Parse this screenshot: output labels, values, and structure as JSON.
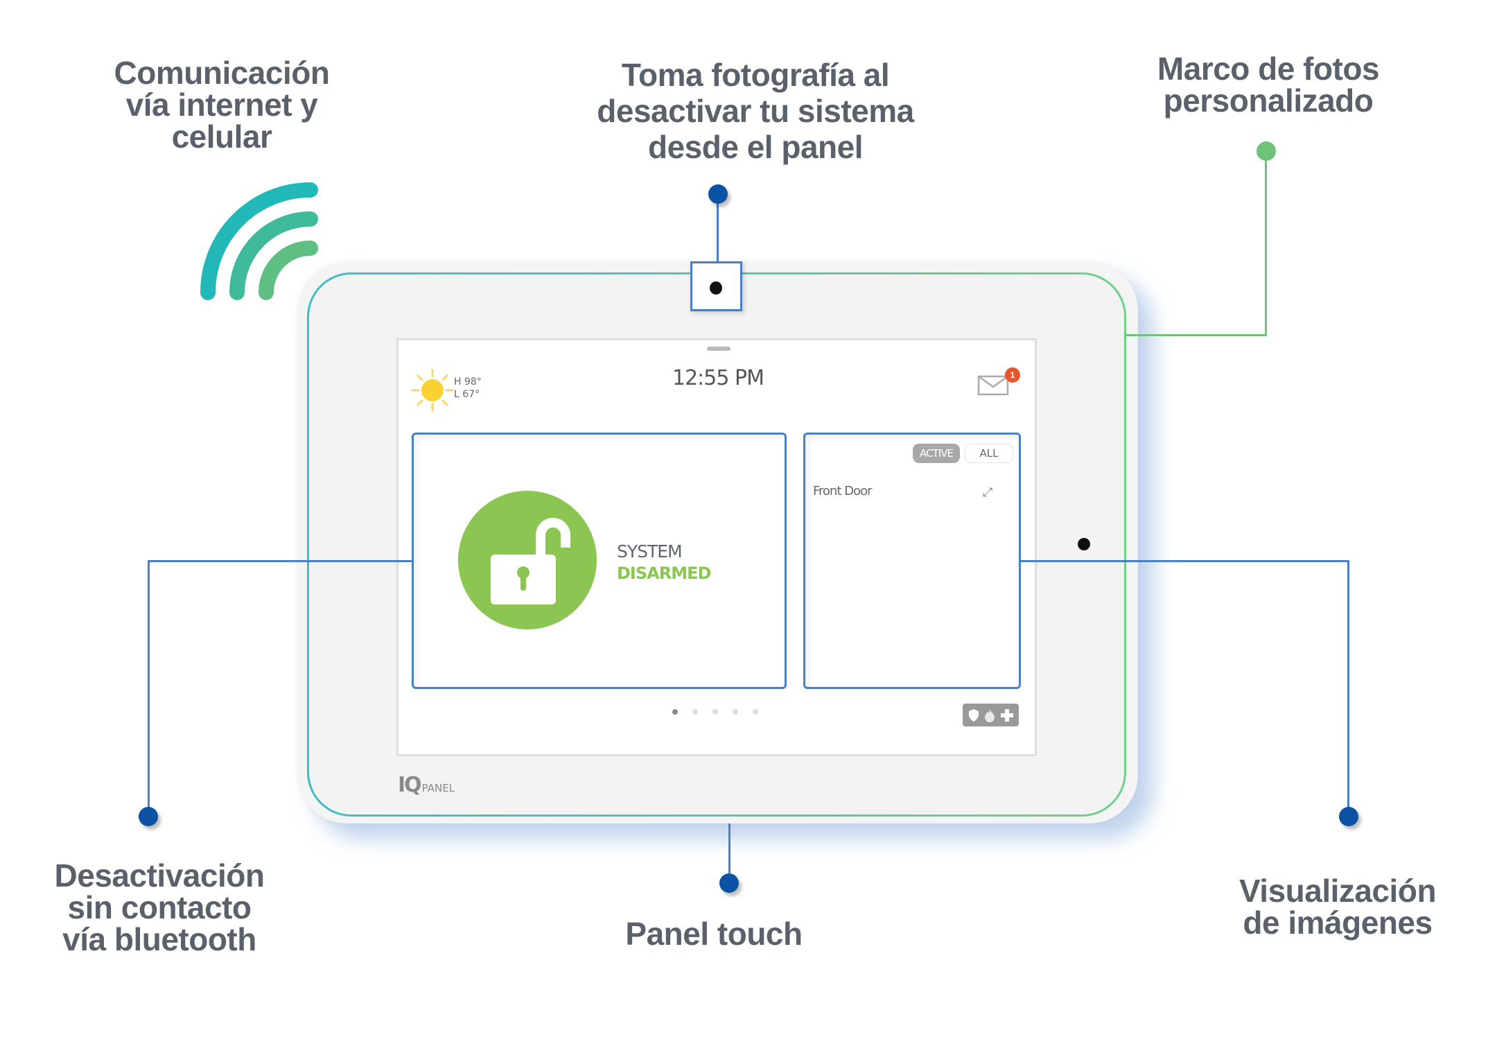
{
  "callouts": {
    "communication": {
      "lines": [
        "Comunicación",
        "vía internet y",
        "celular"
      ]
    },
    "photo_on_disarm": {
      "lines": [
        "Toma fotografía al",
        "desactivar tu sistema",
        "desde el panel"
      ]
    },
    "photo_frame": {
      "lines": [
        "Marco de fotos",
        "personalizado"
      ]
    },
    "bluetooth_disarm": {
      "lines": [
        "Desactivación",
        "sin contacto",
        "vía bluetooth"
      ]
    },
    "touch_panel": {
      "lines": [
        "Panel touch"
      ]
    },
    "image_view": {
      "lines": [
        "Visualización",
        "de imágenes"
      ]
    }
  },
  "colors": {
    "label_text": "#5a616b",
    "callout_blue": "#0c52a4",
    "callout_green": "#6dc478",
    "disarmed_green": "#8bc653",
    "badge_orange": "#e8552b",
    "signal_teal": "#22b8b8",
    "signal_green": "#5fbf82"
  },
  "panel": {
    "weather": {
      "icon": "sun-icon",
      "high": "H 98°",
      "low": "L 67°"
    },
    "time": "12:55 PM",
    "messages": {
      "icon": "mail-icon",
      "badge_count": "1"
    },
    "status": {
      "icon": "unlocked-padlock-icon",
      "line1": "SYSTEM",
      "line2": "DISARMED"
    },
    "sensor_filter": {
      "active_label": "ACTIVE",
      "all_label": "ALL",
      "selected": "ACTIVE"
    },
    "sensors": [
      {
        "name": "Front Door",
        "icon": "door-open-icon"
      }
    ],
    "page_indicator": {
      "count": 5,
      "current": 1
    },
    "quick_actions": {
      "icons": [
        "shield-icon",
        "fire-icon",
        "plus-icon"
      ]
    },
    "brand": {
      "logo_mark": "IQ",
      "logo_text": "PANEL"
    }
  }
}
